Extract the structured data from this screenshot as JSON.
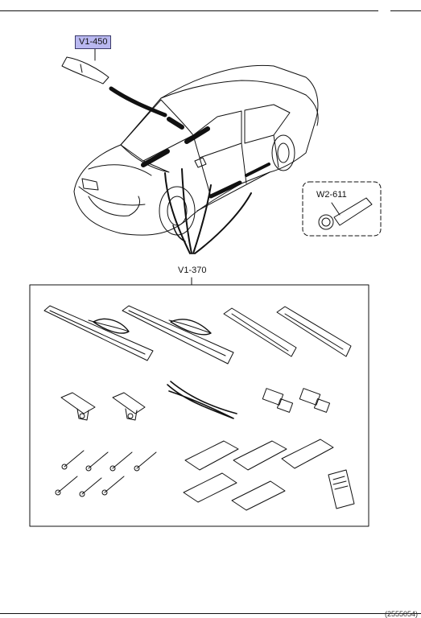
{
  "callouts": {
    "mirror": "V1-450",
    "keyholder": "W2-611",
    "kit": "V1-370"
  },
  "footer": {
    "code": "(2555054)"
  },
  "colors": {
    "highlight": "#b9b8f0",
    "line": "#111111"
  }
}
